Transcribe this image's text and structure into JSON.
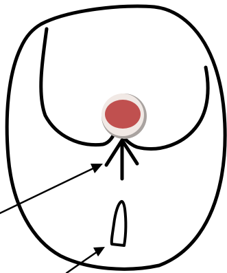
{
  "diagram": {
    "shapes": [
      "outer-oval-outline",
      "inner-lobed-outline",
      "red-circular-disc",
      "upward-arrow",
      "narrow-slit-shape",
      "upper-pointer-arrow",
      "lower-pointer-arrow"
    ],
    "colors": {
      "outline": "#000000",
      "background": "#ffffff",
      "disc_fill": "#c0504f",
      "disc_ring": "#f1e9e5",
      "disc_ring_shadow": "#a9a3a0"
    }
  }
}
